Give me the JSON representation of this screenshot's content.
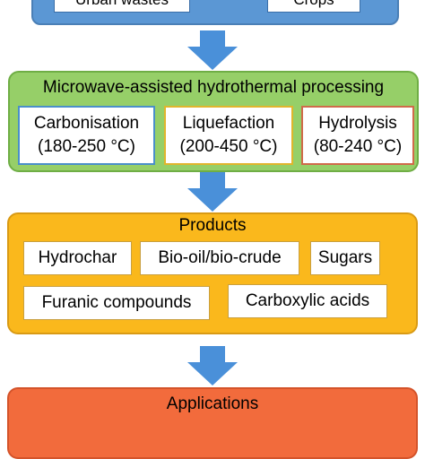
{
  "colors": {
    "feedstock_panel": "#5b97d4",
    "process_panel": "#96cf68",
    "products_panel": "#fab81c",
    "applications_panel": "#f26b3c",
    "arrow": "#4a90d9"
  },
  "feedstock": {
    "items": [
      "Urban wastes",
      "Crops"
    ]
  },
  "process": {
    "title": "Microwave-assisted hydrothermal processing",
    "methods": [
      {
        "name": "Carbonisation",
        "range": "(180-250 °C)"
      },
      {
        "name": "Liquefaction",
        "range": "(200-450  °C)"
      },
      {
        "name": "Hydrolysis",
        "range": "(80-240 °C)"
      }
    ]
  },
  "products": {
    "title": "Products",
    "items": [
      "Hydrochar",
      "Bio-oil/bio-crude",
      "Sugars",
      "Furanic compounds",
      "Carboxylic acids"
    ]
  },
  "applications": {
    "title": "Applications"
  },
  "icons": {
    "flow_arrow": "down-arrow-icon"
  }
}
